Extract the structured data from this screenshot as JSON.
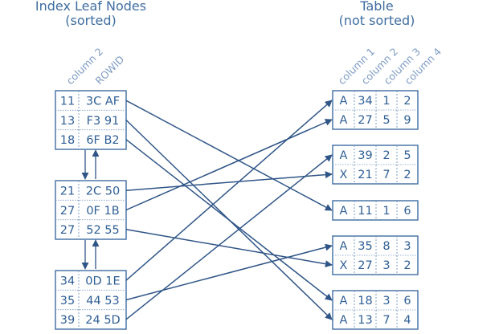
{
  "index": {
    "title_line1": "Index Leaf Nodes",
    "title_line2": "(sorted)",
    "col_headers": [
      "column 2",
      "ROWID"
    ],
    "nodes": [
      {
        "rows": [
          {
            "key": "11",
            "rowid": "3C AF"
          },
          {
            "key": "13",
            "rowid": "F3 91"
          },
          {
            "key": "18",
            "rowid": "6F B2"
          }
        ]
      },
      {
        "rows": [
          {
            "key": "21",
            "rowid": "2C 50"
          },
          {
            "key": "27",
            "rowid": "0F 1B"
          },
          {
            "key": "27",
            "rowid": "52 55"
          }
        ]
      },
      {
        "rows": [
          {
            "key": "34",
            "rowid": "0D 1E"
          },
          {
            "key": "35",
            "rowid": "44 53"
          },
          {
            "key": "39",
            "rowid": "24 5D"
          }
        ]
      }
    ]
  },
  "table": {
    "title_line1": "Table",
    "title_line2": "(not sorted)",
    "col_headers": [
      "column 1",
      "column 2",
      "column 3",
      "column 4"
    ],
    "blocks": [
      {
        "rows": [
          [
            "A",
            "34",
            "1",
            "2"
          ],
          [
            "A",
            "27",
            "5",
            "9"
          ]
        ]
      },
      {
        "rows": [
          [
            "A",
            "39",
            "2",
            "5"
          ],
          [
            "X",
            "21",
            "7",
            "2"
          ]
        ]
      },
      {
        "rows": [
          [
            "A",
            "11",
            "1",
            "6"
          ]
        ]
      },
      {
        "rows": [
          [
            "A",
            "35",
            "8",
            "3"
          ],
          [
            "X",
            "27",
            "3",
            "2"
          ]
        ]
      },
      {
        "rows": [
          [
            "A",
            "18",
            "3",
            "6"
          ],
          [
            "A",
            "13",
            "7",
            "4"
          ]
        ]
      }
    ]
  },
  "links": [
    {
      "from": [
        0,
        0
      ],
      "to": [
        2,
        0
      ]
    },
    {
      "from": [
        0,
        1
      ],
      "to": [
        4,
        1
      ]
    },
    {
      "from": [
        0,
        2
      ],
      "to": [
        4,
        0
      ]
    },
    {
      "from": [
        1,
        0
      ],
      "to": [
        1,
        1
      ]
    },
    {
      "from": [
        1,
        1
      ],
      "to": [
        0,
        1
      ]
    },
    {
      "from": [
        1,
        2
      ],
      "to": [
        3,
        1
      ]
    },
    {
      "from": [
        2,
        0
      ],
      "to": [
        0,
        0
      ]
    },
    {
      "from": [
        2,
        1
      ],
      "to": [
        3,
        0
      ]
    },
    {
      "from": [
        2,
        2
      ],
      "to": [
        1,
        0
      ]
    }
  ],
  "colors": {
    "text": "#3f6da1",
    "arrow": "#2f5587",
    "shade": "#e4eef8"
  }
}
